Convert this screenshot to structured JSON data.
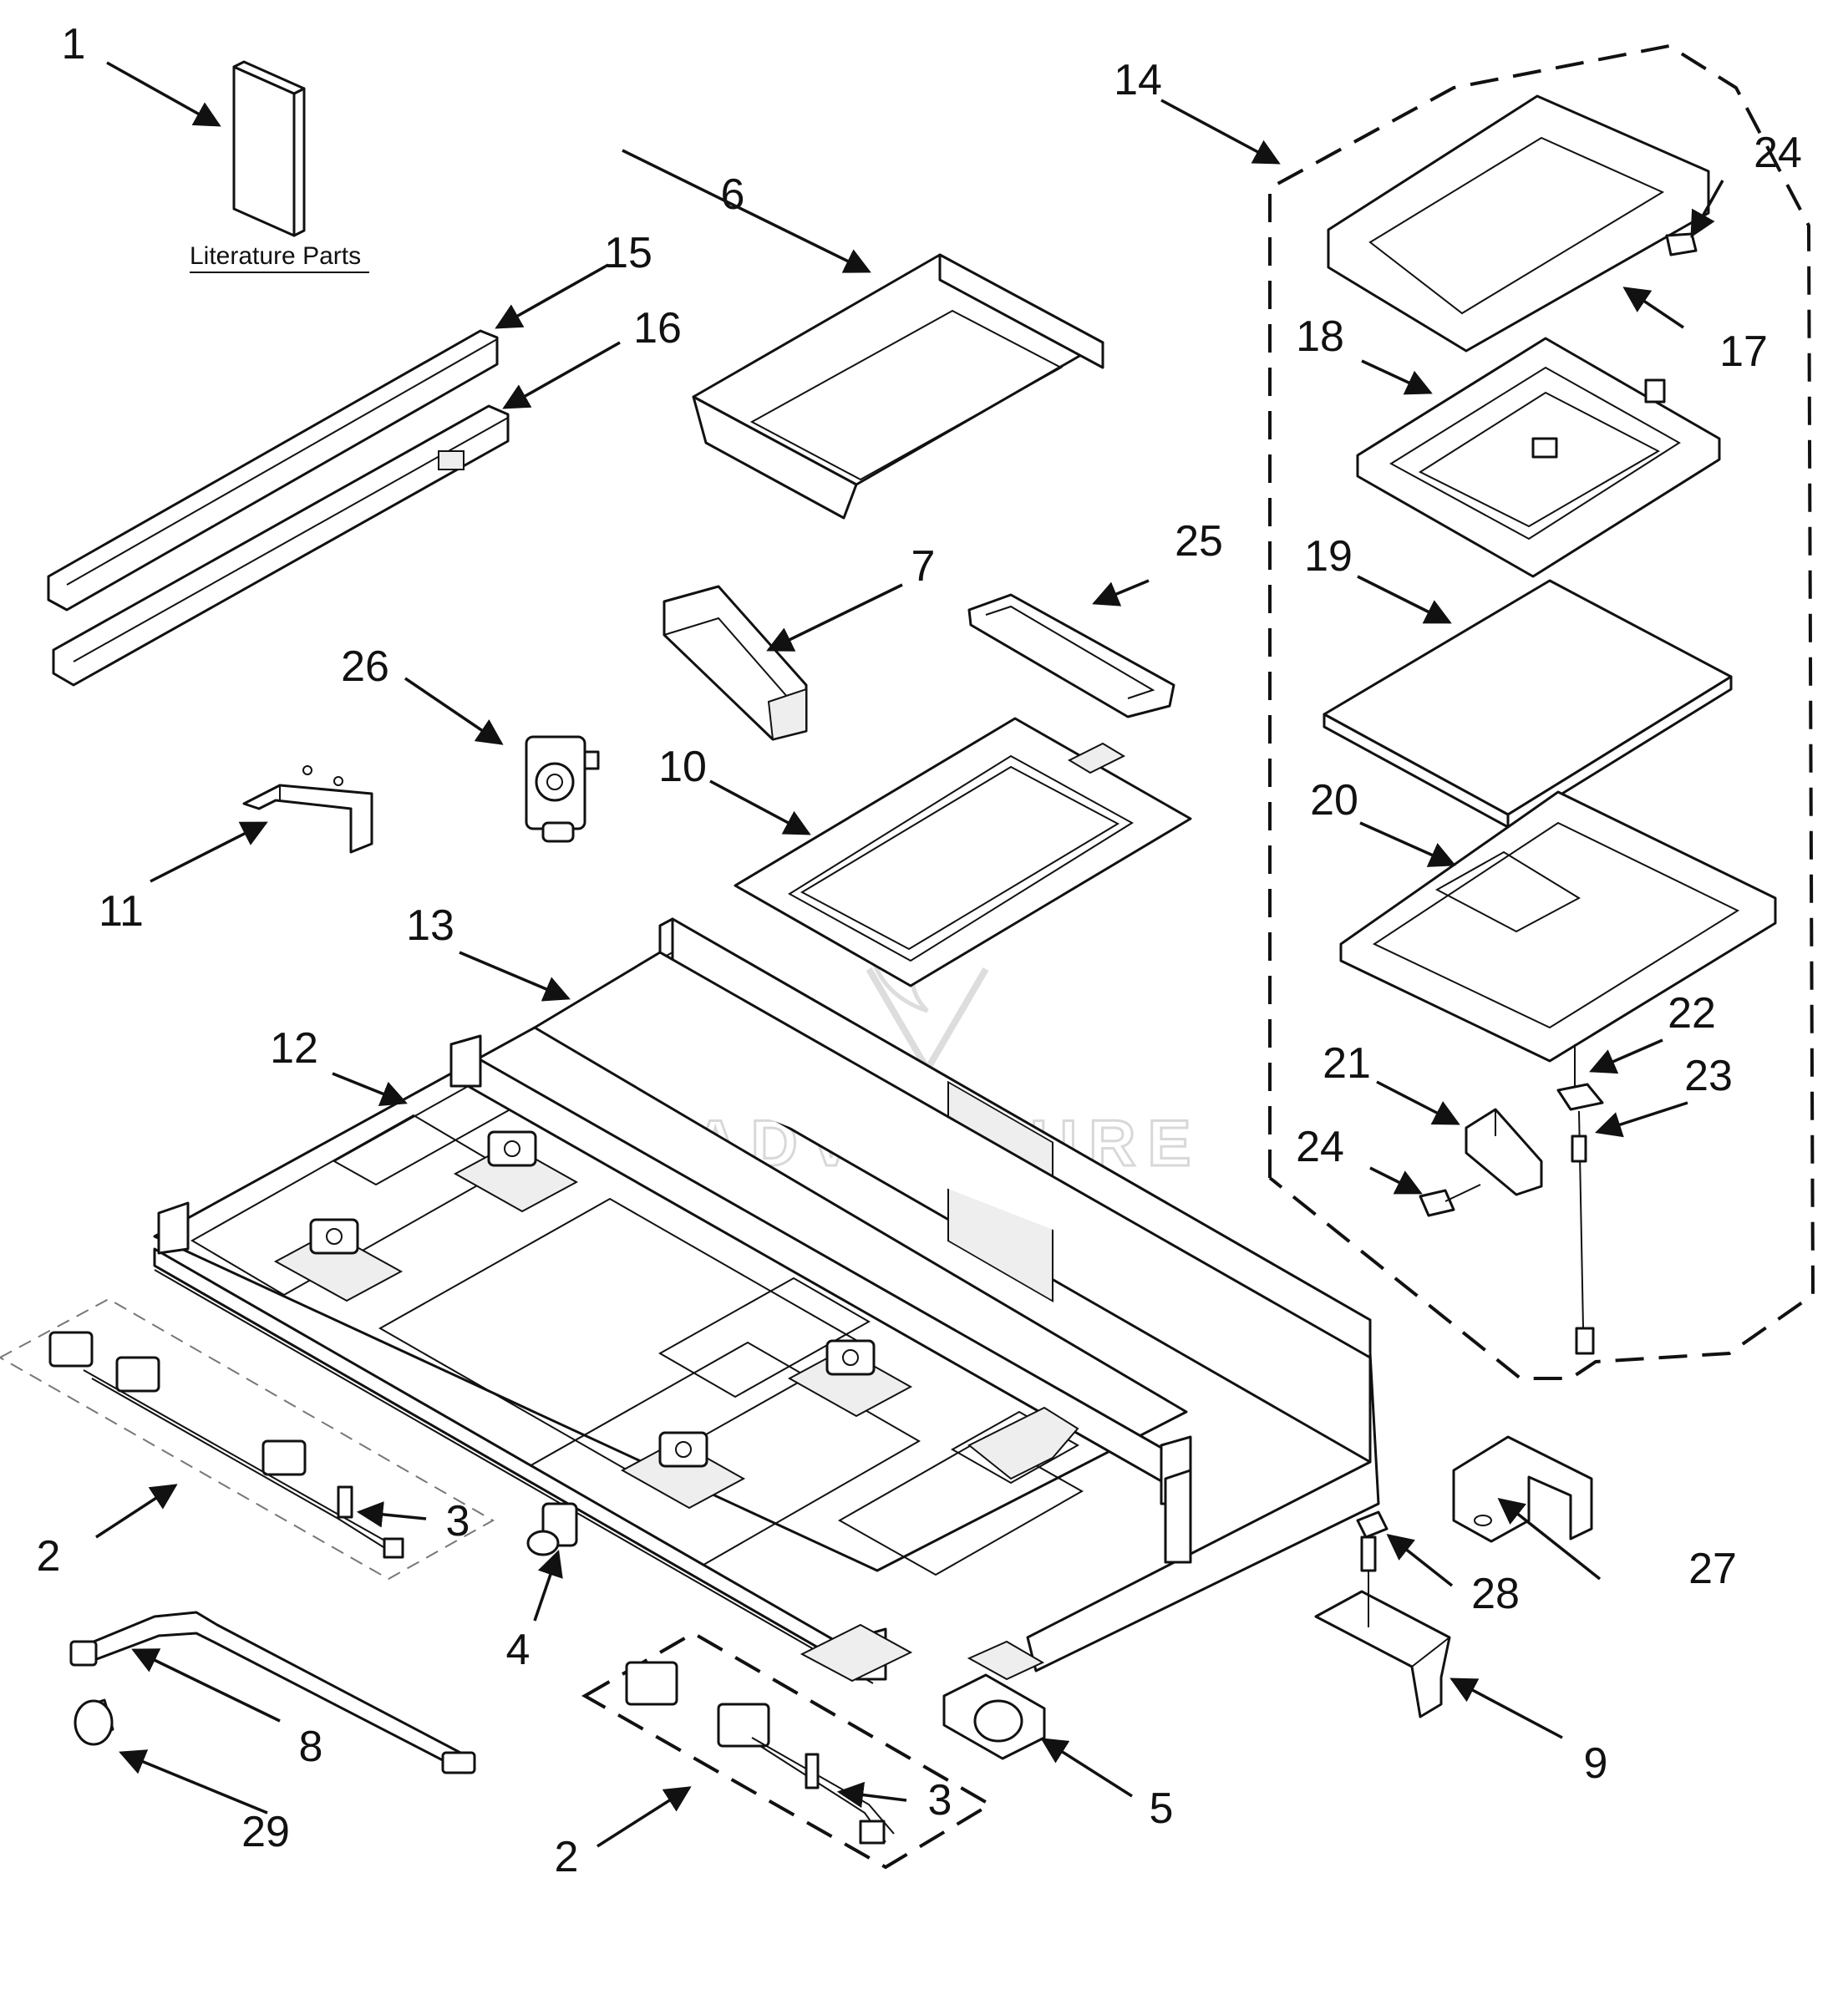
{
  "diagram": {
    "literature_label": "Literature Parts",
    "watermark": "LEADVENTURE",
    "colors": {
      "line": "#111111",
      "watermark": "#d8d8d8",
      "background": "#ffffff"
    },
    "callouts": [
      {
        "id": "c1",
        "text": "1"
      },
      {
        "id": "c2a",
        "text": "2"
      },
      {
        "id": "c2b",
        "text": "2"
      },
      {
        "id": "c3a",
        "text": "3"
      },
      {
        "id": "c3b",
        "text": "3"
      },
      {
        "id": "c4",
        "text": "4"
      },
      {
        "id": "c5",
        "text": "5"
      },
      {
        "id": "c6",
        "text": "6"
      },
      {
        "id": "c7",
        "text": "7"
      },
      {
        "id": "c8",
        "text": "8"
      },
      {
        "id": "c9",
        "text": "9"
      },
      {
        "id": "c10",
        "text": "10"
      },
      {
        "id": "c11",
        "text": "11"
      },
      {
        "id": "c12",
        "text": "12"
      },
      {
        "id": "c13",
        "text": "13"
      },
      {
        "id": "c14",
        "text": "14"
      },
      {
        "id": "c15",
        "text": "15"
      },
      {
        "id": "c16",
        "text": "16"
      },
      {
        "id": "c17",
        "text": "17"
      },
      {
        "id": "c18",
        "text": "18"
      },
      {
        "id": "c19",
        "text": "19"
      },
      {
        "id": "c20",
        "text": "20"
      },
      {
        "id": "c21",
        "text": "21"
      },
      {
        "id": "c22",
        "text": "22"
      },
      {
        "id": "c23",
        "text": "23"
      },
      {
        "id": "c24a",
        "text": "24"
      },
      {
        "id": "c24b",
        "text": "24"
      },
      {
        "id": "c25",
        "text": "25"
      },
      {
        "id": "c26",
        "text": "26"
      },
      {
        "id": "c27",
        "text": "27"
      },
      {
        "id": "c28",
        "text": "28"
      },
      {
        "id": "c29",
        "text": "29"
      }
    ]
  }
}
